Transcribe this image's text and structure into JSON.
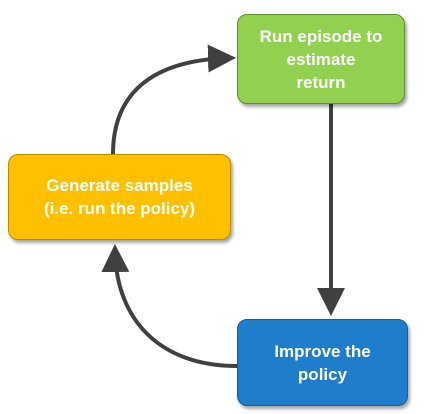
{
  "diagram": {
    "nodes": {
      "run_episode": {
        "label": "Run episode to\nestimate\nreturn",
        "color": "#92d050"
      },
      "generate_samples": {
        "label": "Generate samples\n(i.e. run the policy)",
        "color": "#ffc000"
      },
      "improve_policy": {
        "label": "Improve the\npolicy",
        "color": "#1f7ecb"
      }
    },
    "edges": [
      {
        "from": "generate_samples",
        "to": "run_episode"
      },
      {
        "from": "run_episode",
        "to": "improve_policy"
      },
      {
        "from": "improve_policy",
        "to": "generate_samples"
      }
    ],
    "arrow_color": "#404040"
  }
}
